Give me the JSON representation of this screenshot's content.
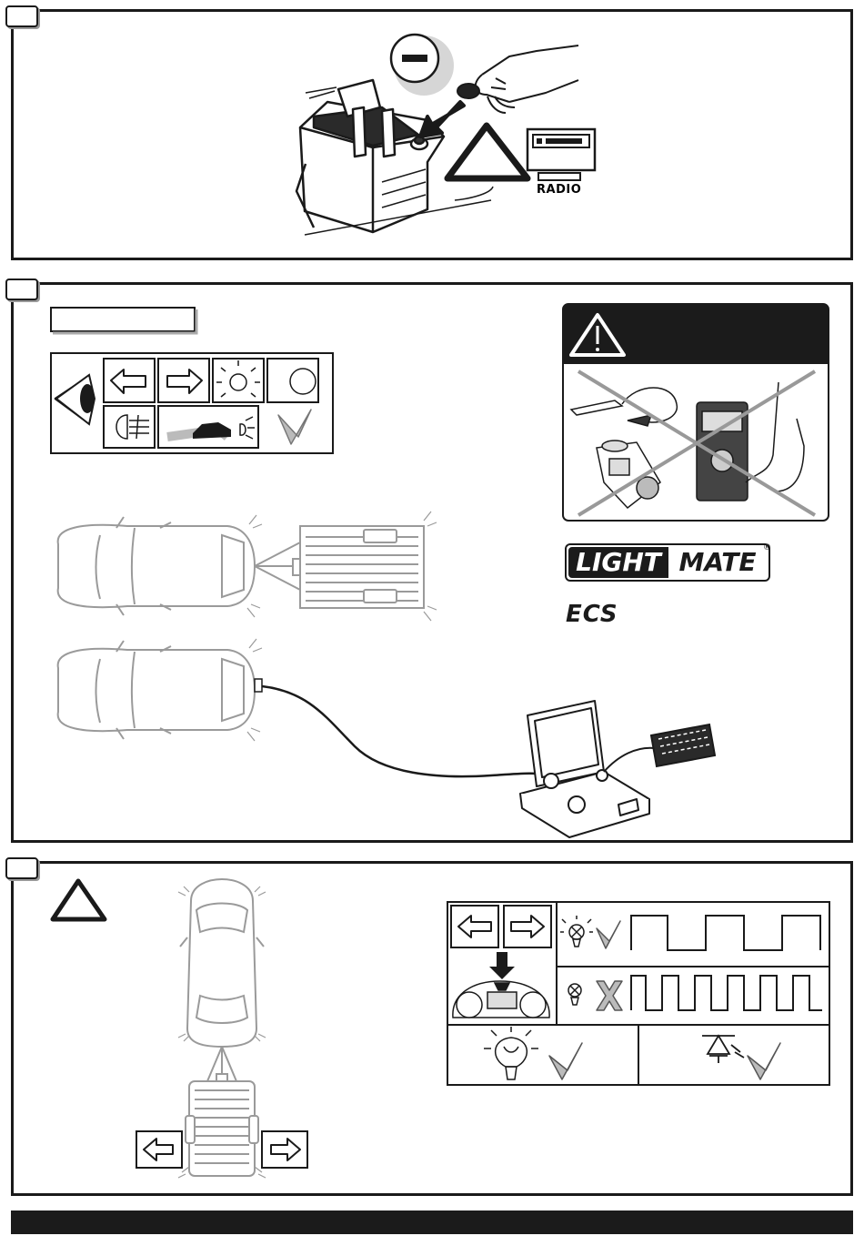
{
  "step1": {
    "radio_label": "RADIO"
  },
  "step2": {
    "logo_lightmate_left": "LIGHT",
    "logo_lightmate_right": "MATE",
    "logo_registered": "®",
    "logo_ecs": "ECS"
  },
  "icons": {
    "minus": "minus-circle-icon",
    "warning": "warning-triangle-icon",
    "left_arrow": "left-arrow-icon",
    "right_arrow": "right-arrow-icon",
    "check": "checkmark-icon",
    "cross": "cross-icon"
  },
  "colors": {
    "ink": "#1a1a1a",
    "car_outline": "#9a9a9a",
    "banner": "#1b1b1b",
    "check_gray": "#888888"
  }
}
